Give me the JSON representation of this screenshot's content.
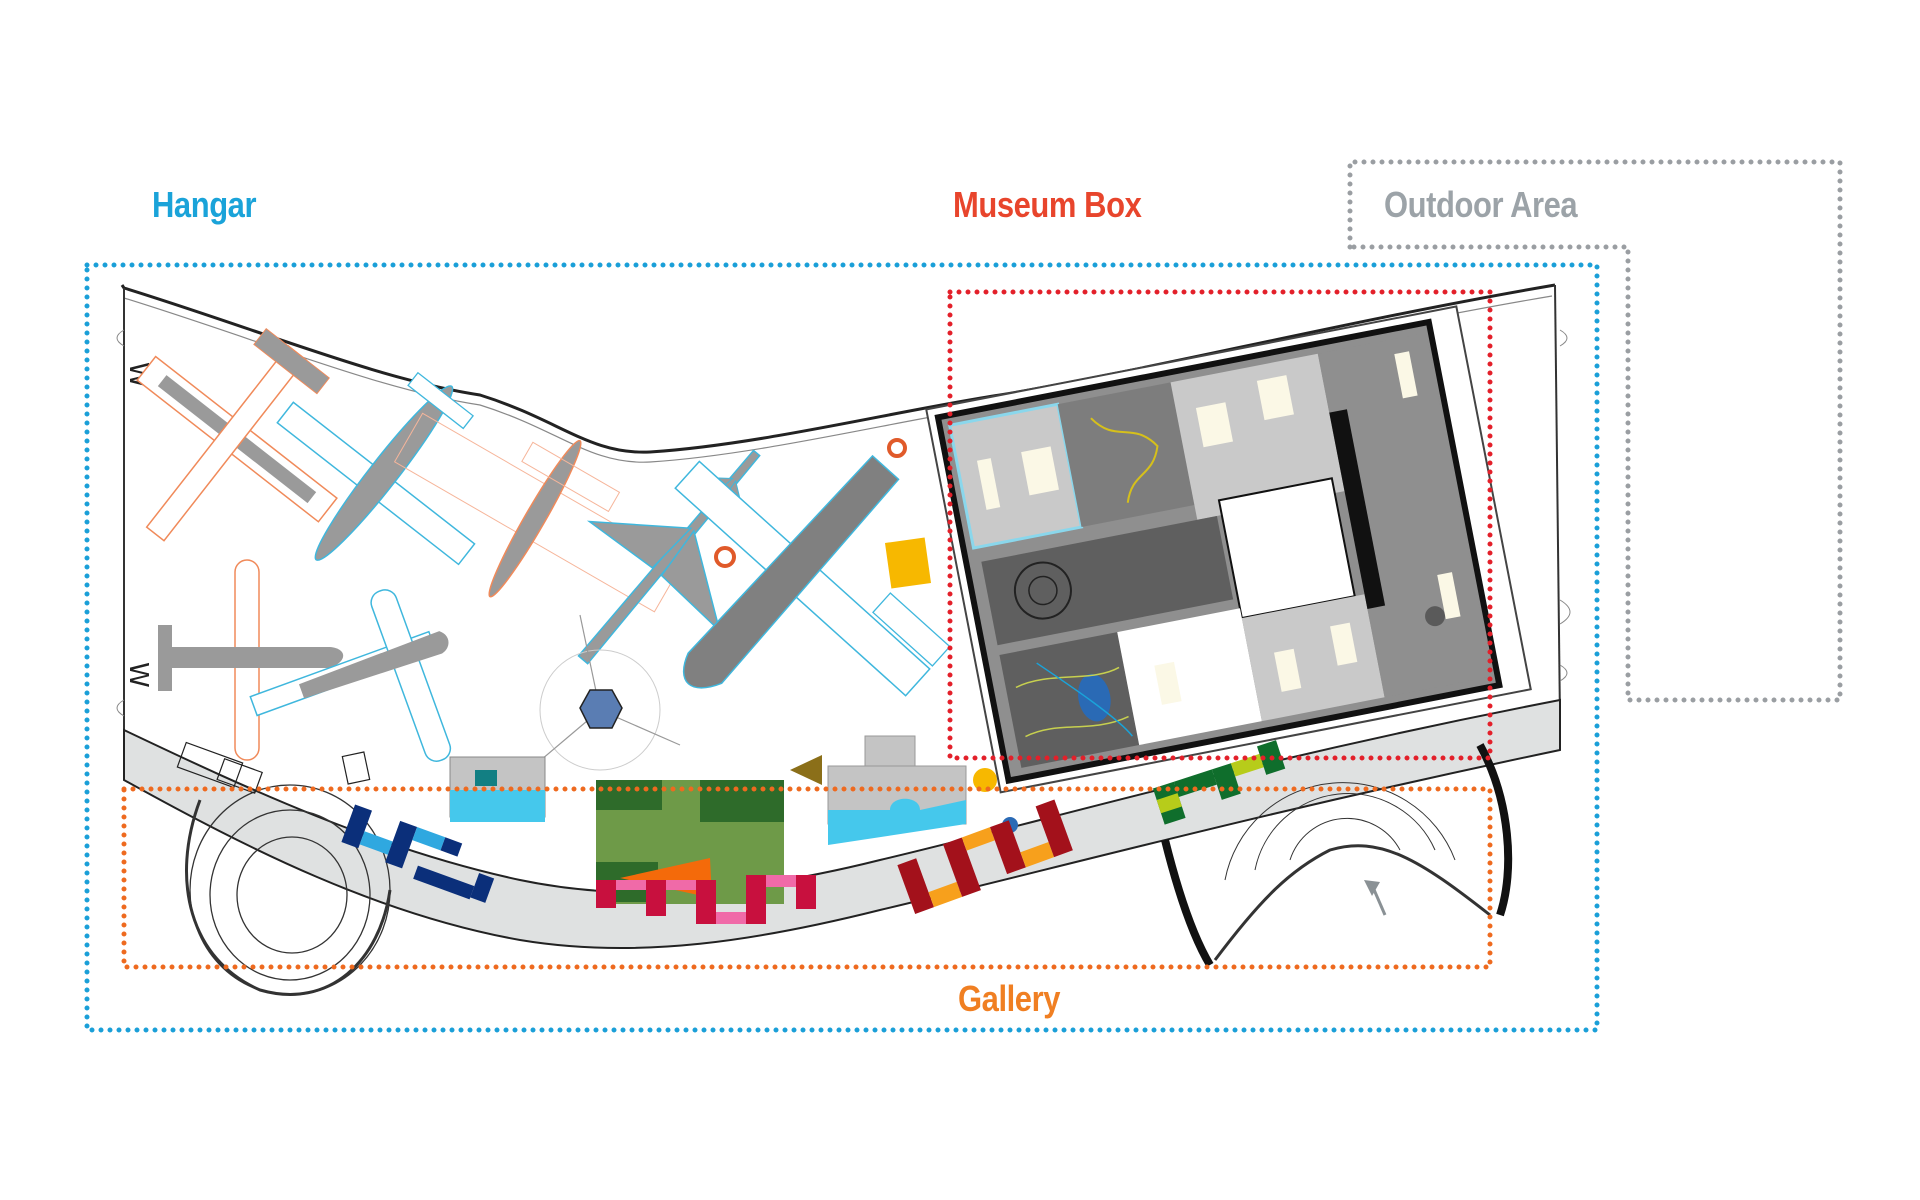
{
  "zones": {
    "hangar": {
      "label": "Hangar",
      "color": "#1aa3d9"
    },
    "museum_box": {
      "label": "Museum Box",
      "color": "#e8452c"
    },
    "outdoor_area": {
      "label": "Outdoor Area",
      "color": "#9ca3a8"
    },
    "gallery": {
      "label": "Gallery",
      "color": "#f07f22"
    }
  },
  "boundary_colors": {
    "hangar": "#1a9fd8",
    "museum_box": "#e3202a",
    "outdoor_area": "#9a9ea2",
    "gallery": "#ee6a1f"
  },
  "palette": {
    "wall": "#1a1a1a",
    "floor": "#dfe1e1",
    "plane_outline_orange": "#f08a5a",
    "plane_outline_blue": "#3fb7dd",
    "plane_fill": "#9a9a9a",
    "yellow_block": "#f7b800",
    "dark_room": "#5f5f5f",
    "mid_room": "#8f8f8f",
    "light_room": "#c9c9c9",
    "pale_panel": "#fbf8e6",
    "gallery_blue_dark": "#0b2f7a",
    "gallery_blue_light": "#2fa8e0",
    "gallery_crimson": "#c8103e",
    "gallery_pink": "#f06aa8",
    "gallery_red_dark": "#a3111b",
    "gallery_orange": "#f7a01c",
    "gallery_green": "#0f6e2c",
    "gallery_lime": "#b7cc1a",
    "exhibit_green_dark": "#2e6b2a",
    "exhibit_green_light": "#6e9a48",
    "exhibit_cyan": "#45c8ec",
    "exhibit_arrow": "#f46a0a"
  }
}
